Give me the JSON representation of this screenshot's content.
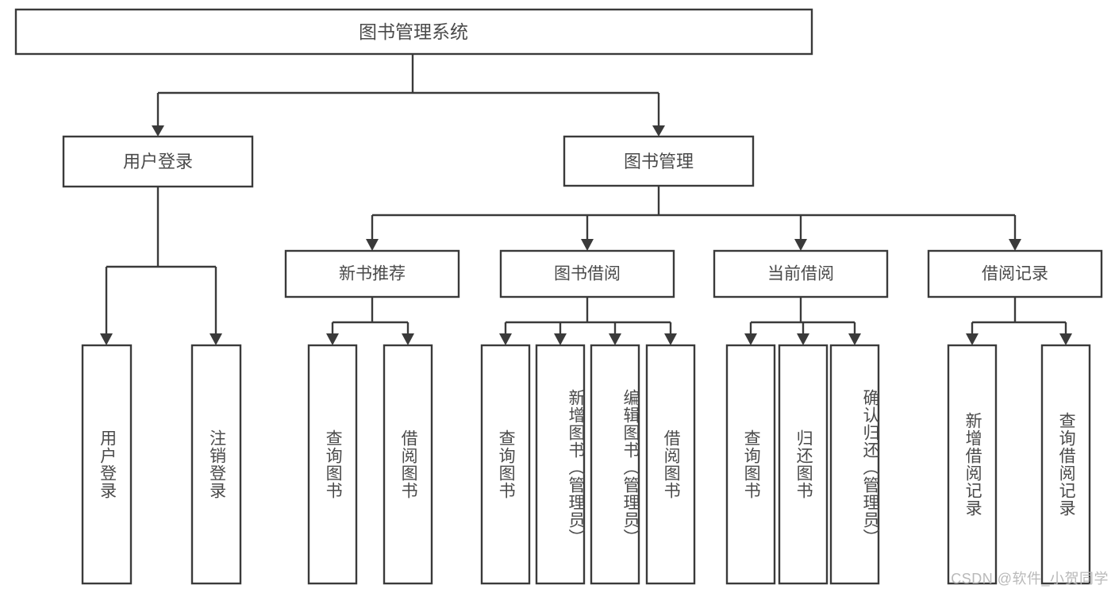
{
  "diagram": {
    "title": "图书管理系统",
    "type": "hierarchy-tree",
    "watermark": "CSDN @软件_小贺同学",
    "colors": {
      "stroke": "#3a3a3a",
      "text": "#4a4a4a",
      "background": "#ffffff",
      "watermark": "#b9b9b9"
    }
  },
  "root": {
    "label": "图书管理系统"
  },
  "level2": [
    {
      "label": "用户登录"
    },
    {
      "label": "图书管理"
    }
  ],
  "level3": [
    {
      "label": "新书推荐"
    },
    {
      "label": "图书借阅"
    },
    {
      "label": "当前借阅"
    },
    {
      "label": "借阅记录"
    }
  ],
  "leaves": {
    "user_login": [
      {
        "label": "用户登录"
      },
      {
        "label": "注销登录"
      }
    ],
    "new_book_recommend": [
      {
        "label": "查询图书"
      },
      {
        "label": "借阅图书"
      }
    ],
    "book_borrow": [
      {
        "label": "查询图书"
      },
      {
        "label": "新增图书（管理员）"
      },
      {
        "label": "编辑图书（管理员）"
      },
      {
        "label": "借阅图书"
      }
    ],
    "current_borrow": [
      {
        "label": "查询图书"
      },
      {
        "label": "归还图书"
      },
      {
        "label": "确认归还（管理员）"
      }
    ],
    "borrow_record": [
      {
        "label": "新增借阅记录"
      },
      {
        "label": "查询借阅记录"
      }
    ]
  }
}
